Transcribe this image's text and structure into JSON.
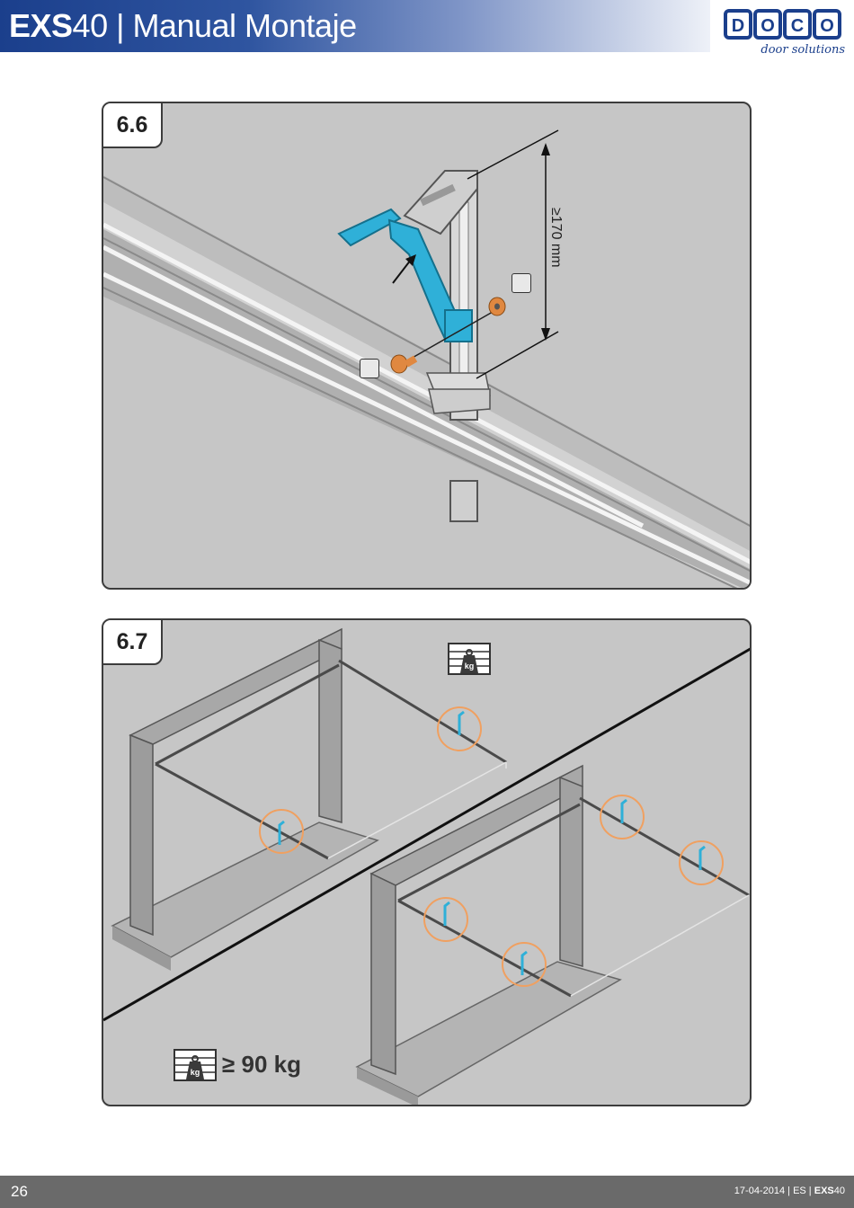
{
  "header": {
    "brand": "EXS",
    "title_rest": "40 | Manual Montaje",
    "gradient_colors": [
      "#1b3f8c",
      "#eef1f8"
    ]
  },
  "logo": {
    "letters": [
      "D",
      "O",
      "C",
      "O"
    ],
    "tagline": "door solutions",
    "color": "#1b3f8c"
  },
  "steps": [
    {
      "label": "6.6",
      "dimension": "≥170 mm"
    },
    {
      "label": "6.7",
      "weight": "≥ 90 kg",
      "weight_icon_text": "kg"
    }
  ],
  "accent_colors": {
    "bracket": "#2fb0d8",
    "fastener": "#e08840",
    "highlight_circle": "#f0a060"
  },
  "footer": {
    "page_number": "26",
    "date": "17-04-2014",
    "sep1": " | ",
    "lang": "ES",
    "sep2": " | ",
    "model_bold": "EXS",
    "model_num": "40"
  }
}
